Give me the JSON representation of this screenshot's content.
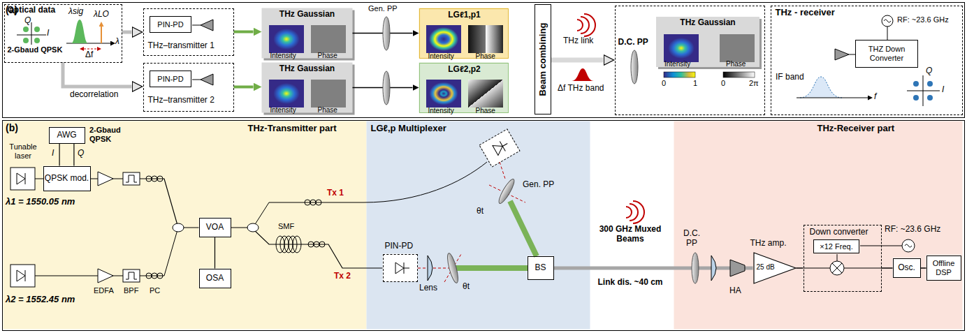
{
  "diagram": {
    "nodes": [
      {
        "text": [
          "(a)"
        ]
      },
      {
        "text": [
          "Optical data",
          "2-Gbaud QPSK"
        ],
        "in": 0
      },
      {
        "text": [
          "THz–transmitter 1"
        ],
        "in": 0
      },
      {
        "text": [
          "PIN-PD"
        ],
        "in": 2
      },
      {
        "text": [
          "THz–transmitter 2"
        ],
        "in": 0
      },
      {
        "text": [
          "PIN-PD"
        ],
        "in": 4
      },
      {
        "text": [
          "THz Gaussian",
          "Intensity",
          "Phase"
        ],
        "in": 0
      },
      {
        "text": [
          "LGℓ1,p1",
          "Intensity",
          "Phase"
        ],
        "in": 0
      },
      {
        "text": [
          "THz Gaussian",
          "Intensity",
          "Phase"
        ],
        "in": 0
      },
      {
        "text": [
          "LGℓ2,p2",
          "Intensity",
          "Phase"
        ],
        "in": 0
      },
      {
        "text": [
          "Beam combining"
        ],
        "in": 0
      },
      {
        "text": [
          "D.C. PP"
        ],
        "in": 0
      },
      {
        "text": [
          "THz Gaussian",
          "Intensity",
          "Phase"
        ],
        "in": 11
      },
      {
        "text": [
          "THz - receiver"
        ],
        "in": 0
      },
      {
        "text": [
          "THZ Down Converter"
        ],
        "in": 13
      },
      {
        "text": [
          "(b)"
        ]
      },
      {
        "text": [
          "THz-Transmitter part"
        ],
        "in": 15
      },
      {
        "text": [
          "AWG"
        ],
        "in": 16
      },
      {
        "text": [
          "QPSK mod."
        ],
        "in": 16
      },
      {
        "text": [
          "VOA"
        ],
        "in": 16
      },
      {
        "text": [
          "OSA"
        ],
        "in": 16
      },
      {
        "text": [
          "LGℓ,p Multiplexer"
        ],
        "in": 15
      },
      {
        "text": [
          "PIN-PD"
        ],
        "in": 21
      },
      {
        "text": [
          "BS"
        ],
        "in": 21
      },
      {
        "text": [
          "THz-Receiver part"
        ],
        "in": 15
      },
      {
        "text": [
          "THz amp.",
          "25 dB"
        ],
        "in": 24
      },
      {
        "text": [
          "Down converter"
        ],
        "in": 24
      },
      {
        "text": [
          "×12 Freq."
        ],
        "in": 26
      },
      {
        "text": [
          "Osc."
        ],
        "in": 24
      },
      {
        "text": [
          "Offline DSP"
        ],
        "in": 24
      }
    ],
    "edges": [
      {
        "from": 1,
        "to": 2,
        "arrow": "to"
      },
      {
        "from": 1,
        "to": 4,
        "label": "decorrelation",
        "arrow": "to"
      },
      {
        "from": 2,
        "to": 6,
        "arrow": "to"
      },
      {
        "from": 4,
        "to": 8,
        "arrow": "to"
      },
      {
        "from": 6,
        "to": 7,
        "arrow": "to"
      },
      {
        "from": 8,
        "to": 9,
        "arrow": "to"
      },
      {
        "from": 10,
        "to": 11,
        "arrow": "to"
      },
      {
        "from": 17,
        "to": 18,
        "label": "I",
        "arrow": "none"
      },
      {
        "from": 17,
        "to": 18,
        "label": "Q",
        "arrow": "none"
      },
      {
        "from": 18,
        "to": 19,
        "arrow": "none"
      },
      {
        "from": 19,
        "to": 20,
        "arrow": "none"
      },
      {
        "from": 19,
        "to": 22,
        "label": "Tx 2",
        "arrow": "none"
      },
      {
        "from": 23,
        "to": 25,
        "arrow": "none"
      },
      {
        "from": 25,
        "to": 26,
        "arrow": "none"
      },
      {
        "from": 26,
        "to": 28,
        "arrow": "none"
      },
      {
        "from": 28,
        "to": 29,
        "arrow": "none"
      }
    ],
    "labels": [
      "I",
      "Q",
      "λsig",
      "λLO",
      "Δf",
      "λ",
      "Gen. PP",
      "THz link",
      "Δf THz band",
      "0",
      "1",
      "0",
      "2π",
      "RF: ~23.6 GHz",
      "IF band",
      "f",
      "I",
      "Q",
      "2-Gbaud QPSK",
      "Tunable laser",
      "λ1 = 1550.05 nm",
      "λ2 = 1552.45 nm",
      "EDFA",
      "BPF",
      "PC",
      "SMF",
      "Tx 1",
      "Lens",
      "θt",
      "θt",
      "Gen. PP",
      "300 GHz Muxed Beams",
      "Link dis. ~40 cm",
      "D.C. PP",
      "HA",
      "RF: ~23.6 GHz"
    ]
  }
}
